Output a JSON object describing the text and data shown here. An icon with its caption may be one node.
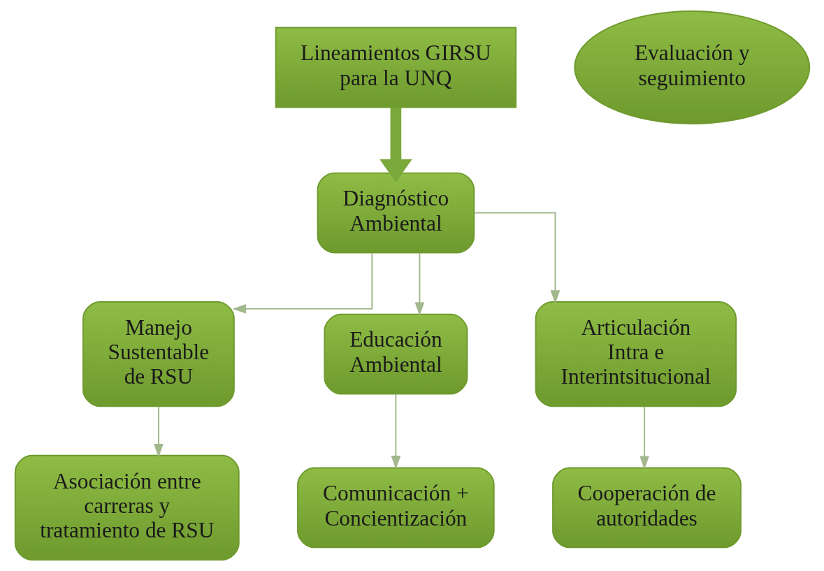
{
  "diagram": {
    "nodes": [
      {
        "text": [
          "Lineamientos GIRSU para la UNQ"
        ]
      },
      {
        "text": [
          "Evaluación y seguimiento"
        ]
      },
      {
        "text": [
          "Diagnóstico Ambiental"
        ]
      },
      {
        "text": [
          "Manejo Sustentable de RSU"
        ]
      },
      {
        "text": [
          "Educación Ambiental"
        ]
      },
      {
        "text": [
          "Articulación Intra e Interintsitucional"
        ]
      },
      {
        "text": [
          "Asociación entre carreras y tratamiento de RSU"
        ]
      },
      {
        "text": [
          "Comunicación + Concientización"
        ]
      },
      {
        "text": [
          "Cooperación de autoridades"
        ]
      }
    ],
    "edges": [
      {
        "from": 0,
        "to": 2,
        "arrow": "to",
        "style": "thick",
        "color": "#7aa83a"
      },
      {
        "from": 2,
        "to": 3,
        "arrow": "to"
      },
      {
        "from": 2,
        "to": 4,
        "arrow": "to"
      },
      {
        "from": 2,
        "to": 5,
        "arrow": "to"
      },
      {
        "from": 3,
        "to": 6,
        "arrow": "to"
      },
      {
        "from": 4,
        "to": 7,
        "arrow": "to"
      },
      {
        "from": 5,
        "to": 8,
        "arrow": "to"
      }
    ]
  }
}
